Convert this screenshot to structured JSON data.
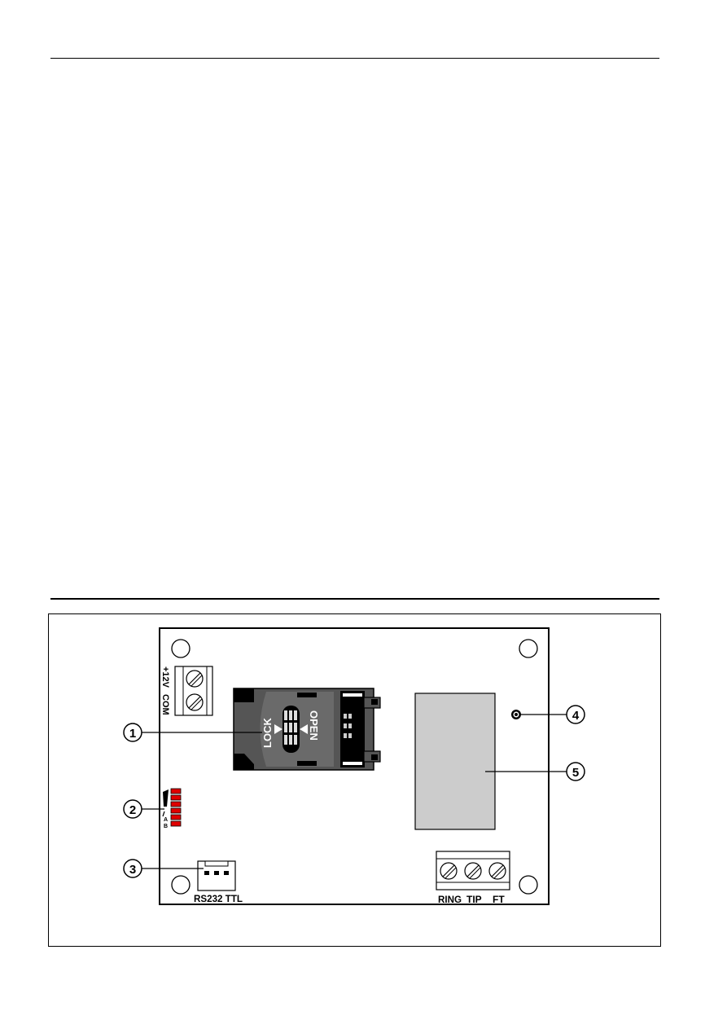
{
  "page": {
    "rules": [
      "top-rule",
      "section-rule"
    ]
  },
  "figure": {
    "board": {
      "power_terminal": {
        "labels": [
          "+12V",
          "COM"
        ]
      },
      "sim_holder": {
        "lock_label": "LOCK",
        "open_label": "OPEN"
      },
      "led_indicators": {
        "count": 6,
        "color": "#e00000",
        "side_labels": [
          "A",
          "B"
        ]
      },
      "serial_port": {
        "label": "RS232 TTL"
      },
      "phone_terminal": {
        "labels": [
          "RING",
          "TIP",
          "FT"
        ]
      },
      "module_color": "#cccccc"
    },
    "callouts": [
      {
        "number": "1",
        "target": "SIM card holder"
      },
      {
        "number": "2",
        "target": "LED indicators"
      },
      {
        "number": "3",
        "target": "RS232 TTL port"
      },
      {
        "number": "4",
        "target": "Antenna socket"
      },
      {
        "number": "5",
        "target": "GSM module"
      }
    ]
  }
}
